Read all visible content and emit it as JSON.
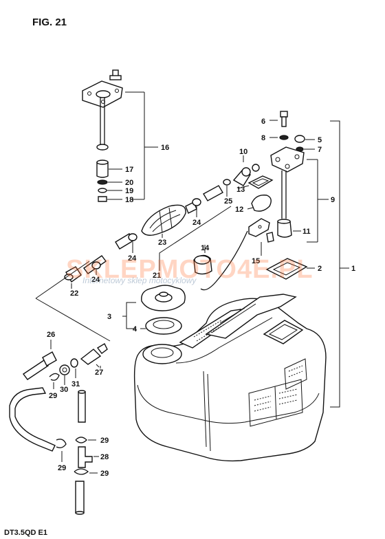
{
  "figure": {
    "title": "FIG. 21",
    "model_code": "DT3.5QD E1"
  },
  "watermark": {
    "brand": "SKLEPMOTO4E.PL",
    "tagline": "Internetowy sklep motocyklowy"
  },
  "callouts": {
    "c1": "1",
    "c2": "2",
    "c3": "3",
    "c4": "4",
    "c5": "5",
    "c6": "6",
    "c7": "7",
    "c8": "8",
    "c9": "9",
    "c10": "10",
    "c11": "11",
    "c12": "12",
    "c13": "13",
    "c14": "14",
    "c15": "15",
    "c16": "16",
    "c17": "17",
    "c18": "18",
    "c19": "19",
    "c20": "20",
    "c21": "21",
    "c22": "22",
    "c23": "23",
    "c24a": "24",
    "c24b": "24",
    "c24c": "24",
    "c25": "25",
    "c26": "26",
    "c27": "27",
    "c28": "28",
    "c29a": "29",
    "c29b": "29",
    "c29c": "29",
    "c29d": "29",
    "c30": "30",
    "c31": "31"
  }
}
